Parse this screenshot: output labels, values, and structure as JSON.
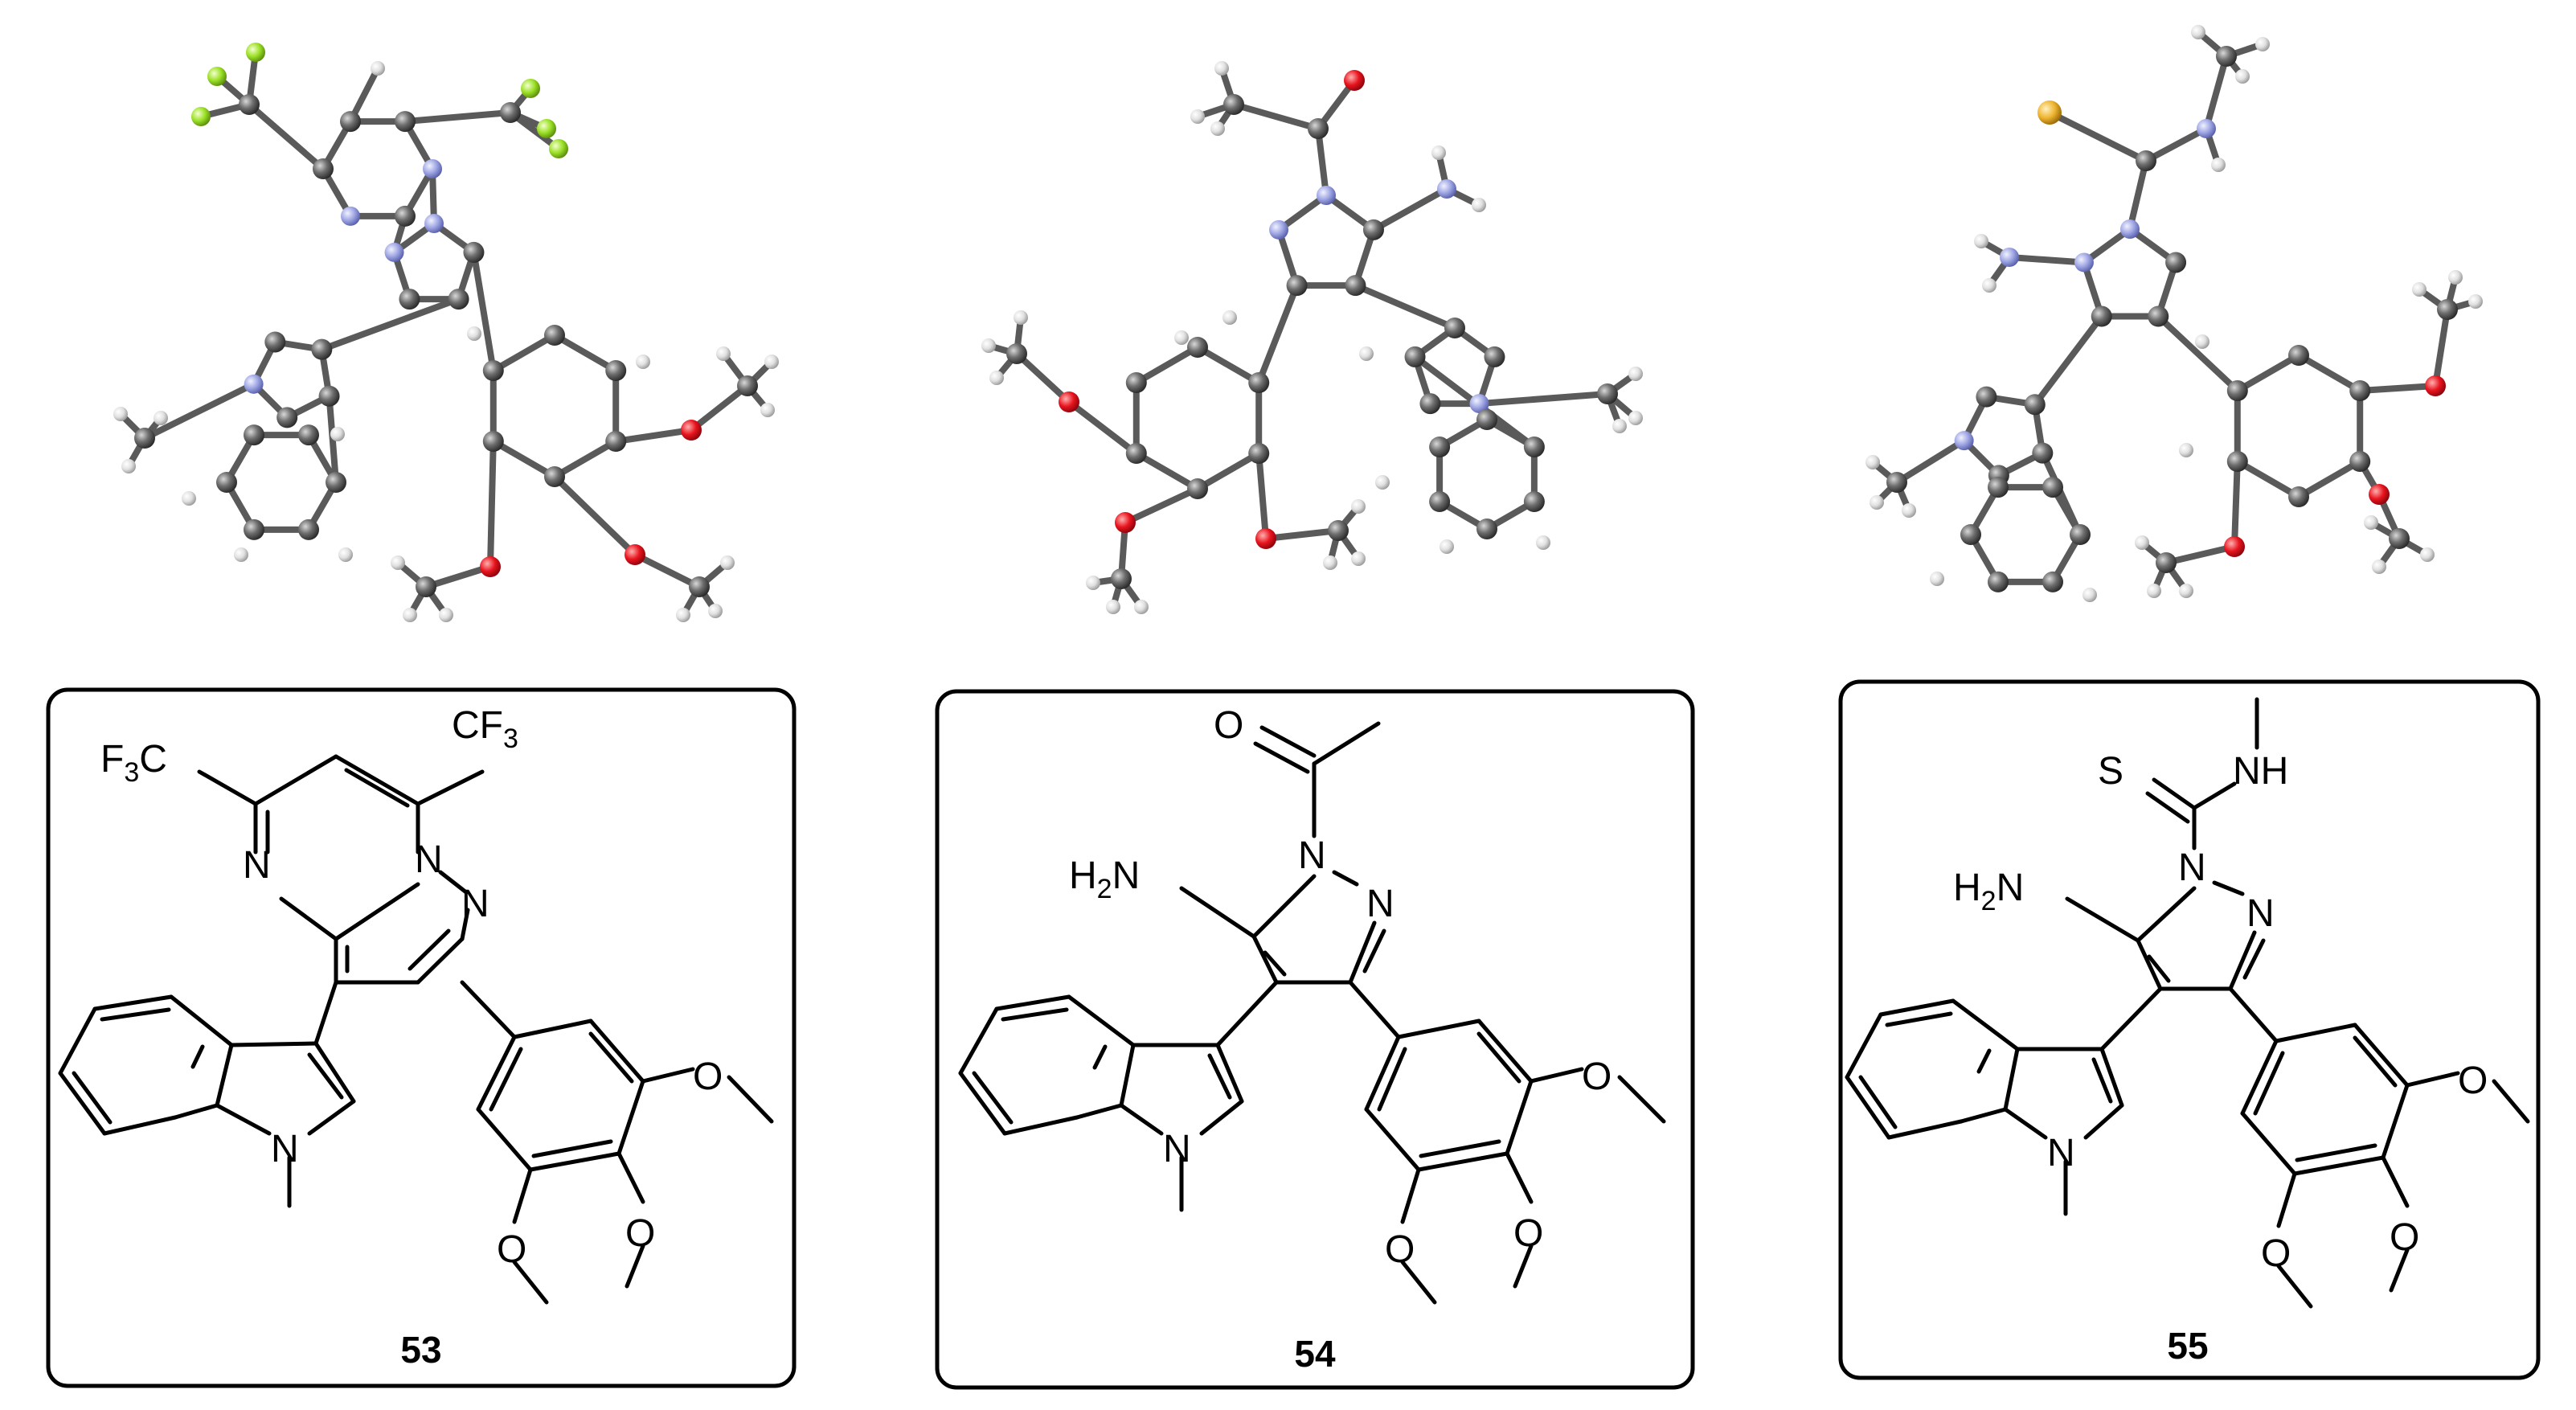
{
  "compounds": [
    {
      "number": "53",
      "labels": {
        "cf3_left_pre": "F",
        "cf3_left_sub": "3",
        "cf3_left_post": "C",
        "cf3_right_pre": "CF",
        "cf3_right_sub": "3",
        "n_pyrimidine": "N",
        "n_bridge": "N",
        "n_pyrazole": "N",
        "n_indole": "N",
        "o1": "O",
        "o2": "O",
        "o3": "O"
      }
    },
    {
      "number": "54",
      "labels": {
        "o_carbonyl": "O",
        "nh2_pre": "H",
        "nh2_sub": "2",
        "nh2_post": "N",
        "n1": "N",
        "n2": "N",
        "n_indole": "N",
        "o1": "O",
        "o2": "O",
        "o3": "O"
      }
    },
    {
      "number": "55",
      "labels": {
        "s": "S",
        "nh": "NH",
        "nh2_pre": "H",
        "nh2_sub": "2",
        "nh2_post": "N",
        "n1": "N",
        "n2": "N",
        "n_indole": "N",
        "o1": "O",
        "o2": "O",
        "o3": "O"
      }
    }
  ],
  "colors": {
    "carbon": "#6e6e6e",
    "hydrogen": "#e4e4e4",
    "nitrogen": "#9ea5e3",
    "oxygen": "#e8141e",
    "fluorine": "#9be026",
    "sulfur": "#efb531",
    "bond": "#000000"
  }
}
